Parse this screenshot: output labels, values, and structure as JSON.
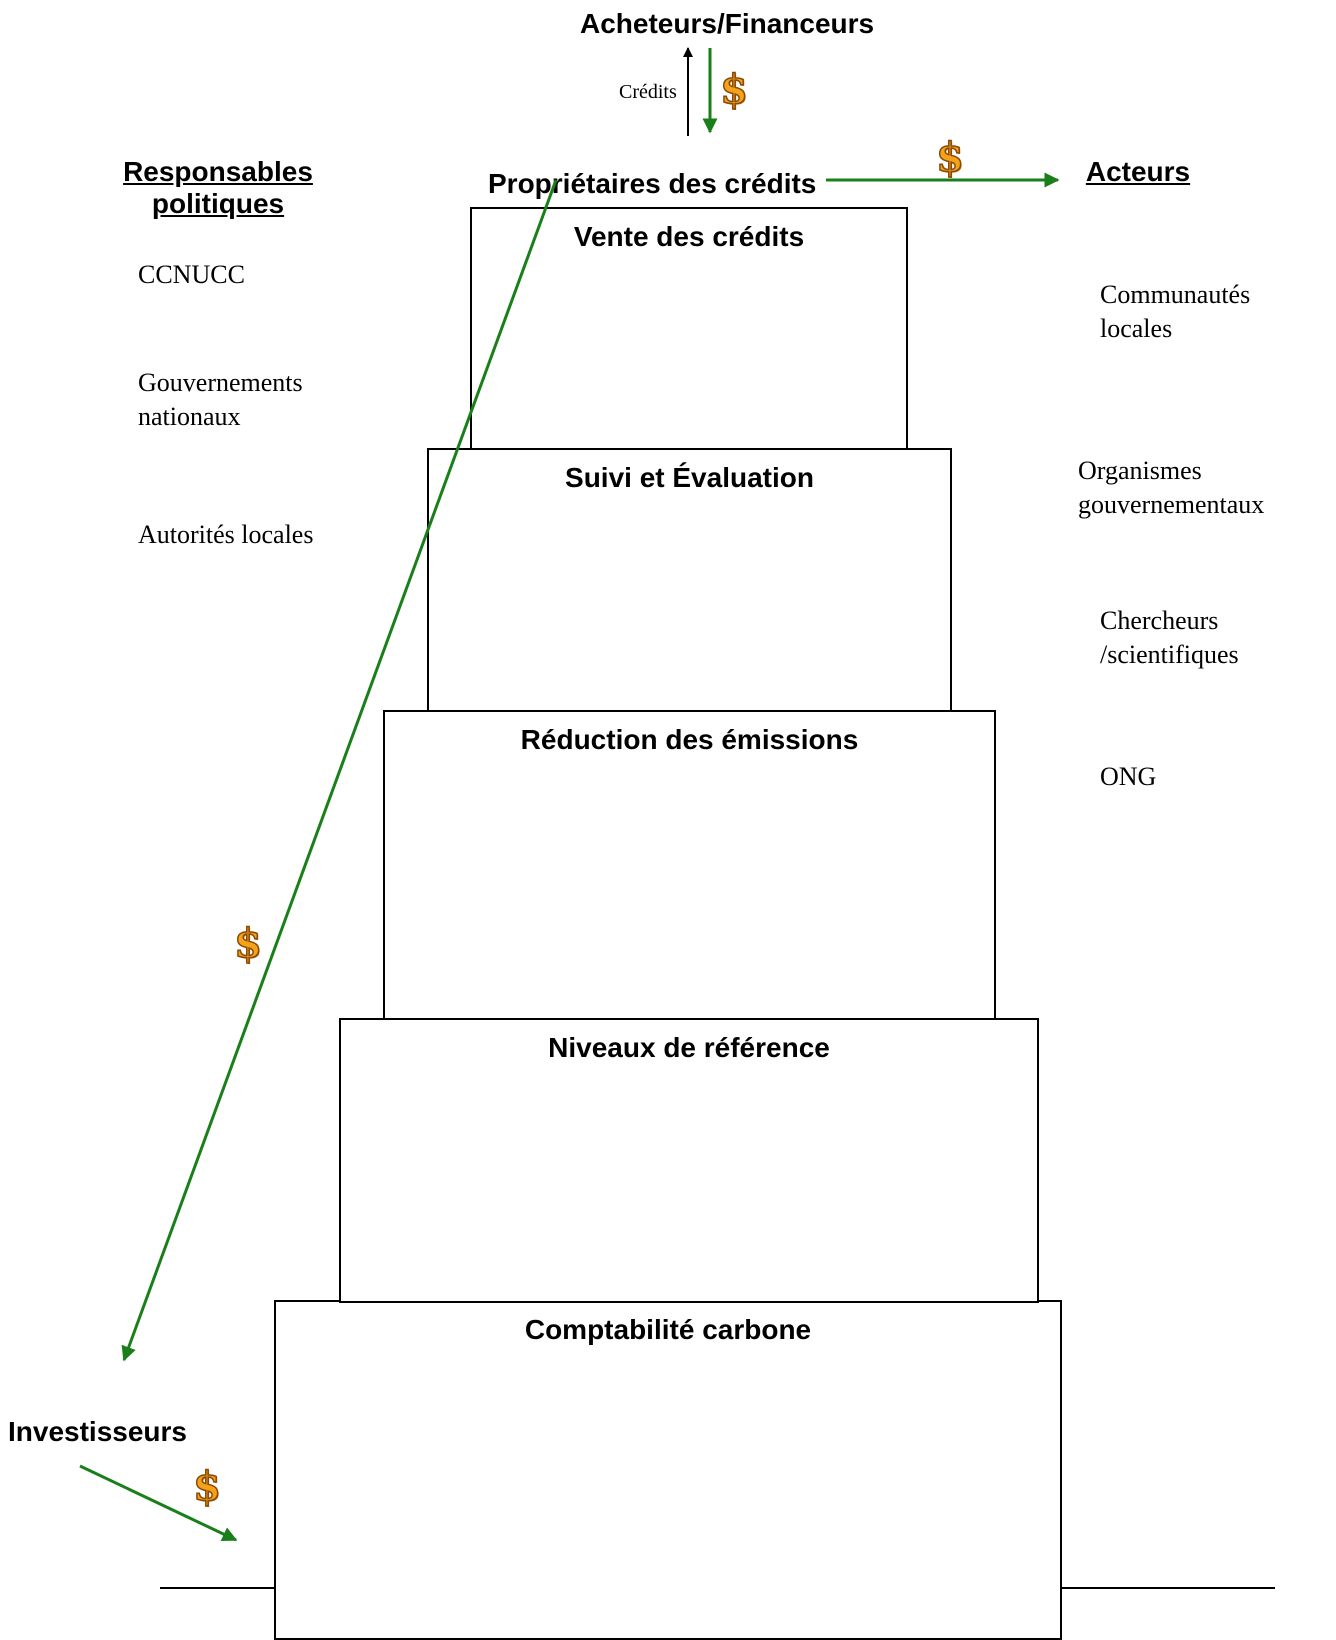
{
  "top": {
    "buyers": "Acheteurs/Financeurs",
    "credits_label": "Crédits",
    "owners": "Propriétaires des crédits"
  },
  "left": {
    "heading": "Responsables politiques",
    "items": [
      "CCNUCC",
      "Gouvernements nationaux",
      "Autorités locales"
    ]
  },
  "right": {
    "heading": "Acteurs",
    "items": [
      "Communautés locales",
      "Organismes gouvernementaux",
      "Chercheurs /scientifiques",
      "ONG"
    ]
  },
  "investors": "Investisseurs",
  "tiers": [
    "Vente des crédits",
    "Suivi et Évaluation",
    "Réduction des émissions",
    "Niveaux de référence",
    "Comptabilité carbone"
  ],
  "money_symbol": "$",
  "colors": {
    "flow_arrow": "#1a7f1a",
    "credit_arrow": "#000000",
    "dollar_fill": "#f3a21a"
  }
}
